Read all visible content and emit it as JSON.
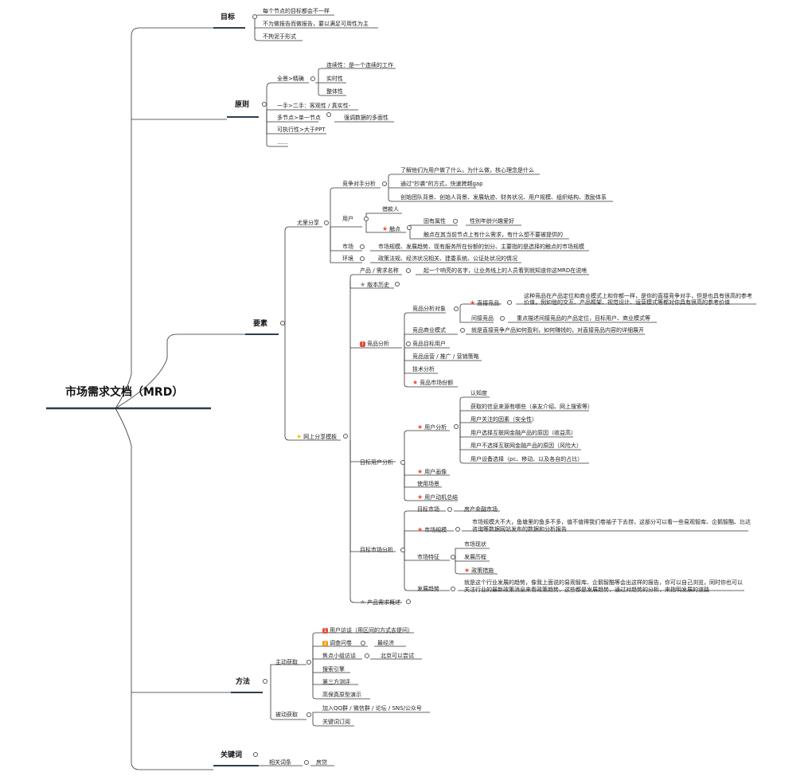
{
  "root": "市场需求文档（MRD）",
  "goal": {
    "title": "目标",
    "items": [
      "每个节点的目标都会不一样",
      "不为做报告而做报告，要以满足可用性为主",
      "不拘泥于形式"
    ]
  },
  "principle": {
    "title": "原则",
    "comprehensive": "全景>精确",
    "comprehensive_items": [
      "连续性：是一个连续的工作",
      "实时性",
      "整体性"
    ],
    "firsthand": "一手>二手：客观性 / 真实性-",
    "multinode": "多节点>单一节点",
    "multinode_note": "强调数据的多面性",
    "executable": "可执行性>大于PPT",
    "more": "......"
  },
  "elements": {
    "title": "要素",
    "uniqueness": "尤里分享",
    "competitor": "竞争对手分析",
    "competitor_items": [
      "了解他们为用户做了什么，为什么做，核心理念是什么",
      "通过\"抄袭\"的方式，快速跨越gap",
      "创始团队背景、创始人背景、发展轨迹、财务状况、用户规模、组织结构、激励体系"
    ],
    "user": "用户",
    "borrower": "借款人",
    "touchpoint": "触点",
    "fixed_attr": "固有属性",
    "fixed_attr_note": "性别年龄兴趣爱好",
    "touchpoint_note": "触点在其当前节点上有什么需求，有什么想不要被提供的",
    "market": "市场",
    "market_note": "市场规模、发展趋势、现有服务所在份额的划分、主要指的是选择的触点的市场规模",
    "environment": "环境",
    "environment_note": "政策法规、经济状况相关、建委系统、公证处状况的情况",
    "online": "网上分享模板",
    "product_name": "产品 / 需求名称",
    "product_name_note": "起一个响亮的名字，让业务线上的人员看到就知道你这MRD在说啥",
    "version": "版本历史",
    "comp_analysis": "竞品分析",
    "comp_objects": "竞品分析对象",
    "direct": "直接竞品",
    "direct_note_1": "这种竞品在产品定位和商业模式上和你都一样，是你的直接竞争对手，但是也具有很高的参考",
    "direct_note_2": "价值，例如他的交互、产品框架、视觉设计、运营模式等都对你具有很高的参考价值",
    "indirect": "间接竞品",
    "indirect_note": "重点描述间接竞品的产品定位，目标用户、商业模式等",
    "biz_model": "竞品商业模式",
    "biz_model_note": "就是直接竞争产品如何盈利，如何赚钱的，对直接竞品内容的详细展开",
    "target_users": "竞品目标用户",
    "ops": "竞品运营 / 推广 / 营销策略",
    "tech": "技术分析",
    "share": "竞品市场份额",
    "target_user_analysis": "目标用户分析",
    "user_analysis": "用户分析",
    "user_analysis_items": [
      "认知度",
      "获取的信息来源有哪些（亲友介绍、网上搜索等）",
      "用户关注的因素（安全性）",
      "用户选择互联网金融产品的原因（收益高）",
      "用户不选择互联网金融产品的原因（风险大）",
      "用户设备选择（pc、移动、以及各自的占比）"
    ],
    "persona": "用户画像",
    "scenario": "使用场景",
    "motivation": "用户动机总结",
    "target_market_analysis": "目标市场分析",
    "target_market": "目标市场",
    "target_market_note": "房产金融市场",
    "market_size": "市场规模",
    "market_size_note_1": "市场规模大不大，鱼塘里的鱼多不多，值不值得我们卷袖子下去捞，这部分可以看一些易观智库、企鹅智酷、比达",
    "market_size_note_2": "咨询等数据网站发布的数据和分析报告",
    "market_features": "市场特征",
    "market_features_items": [
      "市场现状",
      "发展历程",
      "政策措施"
    ],
    "trend": "发展趋势",
    "trend_note_1": "就是这个行业发展的趋势，像我上面说的易观智库、企鹅智酷等会出这样的报告，你可以自己浏览，同时你也可以",
    "trend_note_2": "关注行业的最新政策消息来看政策趋势，这些都是发展趋势，通过对趋势的分析，来指明发展的道路",
    "overview": "产品需求概述"
  },
  "method": {
    "title": "方法",
    "active": "主动获取",
    "interview": "用户访谈（用区间的方式去提问）",
    "survey": "调查问卷",
    "survey_note": "最经济",
    "focus": "焦点小组访谈",
    "focus_note": "北京可以尝试",
    "search": "搜索引擎",
    "third": "第三方测评",
    "prototype": "高保真原型演示",
    "passive": "被动获取",
    "passive_items": [
      "加入QQ群 / 微信群 / 论坛 / SNS/公众号",
      "关键词订阅"
    ]
  },
  "keywords": {
    "title": "关键词",
    "related": "相关词条",
    "related_note": "房贷"
  }
}
